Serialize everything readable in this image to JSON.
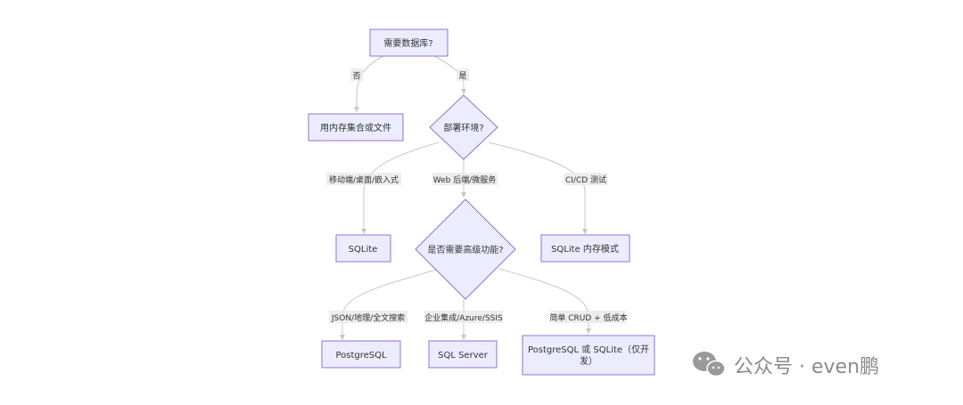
{
  "nodes": {
    "need_db": "需要数据库?",
    "in_memory": "用内存集合或文件",
    "deploy_env": "部署环境?",
    "sqlite": "SQLite",
    "advanced": "是否需要高级功能?",
    "sqlite_mem": "SQLite 内存模式",
    "postgres": "PostgreSQL",
    "sqlserver": "SQL Server",
    "pg_or_sqlite_line1": "PostgreSQL 或 SQLite（仅开",
    "pg_or_sqlite_line2": "发）"
  },
  "edges": {
    "no": "否",
    "yes": "是",
    "mobile": "移动端/桌面/嵌入式",
    "web": "Web 后端/微服务",
    "cicd": "CI/CD 测试",
    "json": "JSON/地理/全文搜索",
    "enterprise": "企业集成/Azure/SSIS",
    "simple": "简单 CRUD + 低成本"
  },
  "watermark": {
    "text": "公众号 · even鹏",
    "icon": "wechat-icon"
  },
  "colors": {
    "node_fill": "#ECECFF",
    "node_stroke": "#9370DB",
    "edge": "#c8c8c8",
    "label_bg": "#e8e8e8"
  }
}
